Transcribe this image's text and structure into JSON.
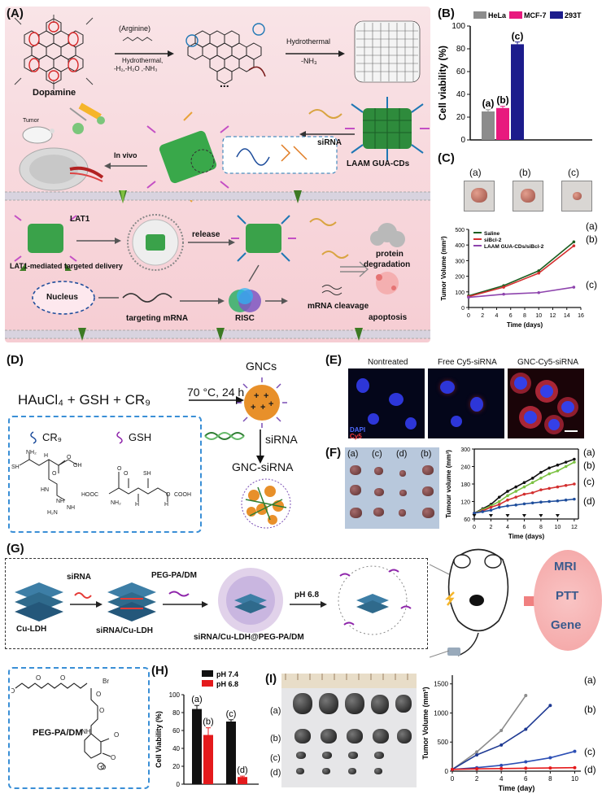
{
  "panels": {
    "A": "(A)",
    "B": "(B)",
    "C": "(C)",
    "D": "(D)",
    "E": "(E)",
    "F": "(F)",
    "G": "(G)",
    "H": "(H)",
    "I": "(I)"
  },
  "panelA": {
    "arginine": "(Arginine)",
    "hydro1_line1": "Hydrothermal,",
    "hydro1_line2": "-H₂,-H₂O ,-NH₃",
    "hydro2_line1": "Hydrothermal",
    "hydro2_line2": "-NH₃",
    "dopamine": "Dopamine",
    "ellipsis": "...",
    "sirna": "siRNA",
    "laam": "LAAM GUA-CDs",
    "tumor": "Tumor",
    "invivo": "In vivo",
    "lat1": "LAT1",
    "lat1_delivery": "LAT1-mediated targeted delivery",
    "release": "release",
    "protein_deg_1": "protein",
    "protein_deg_2": "degradation",
    "apoptosis": "apoptosis",
    "nucleus": "Nucleus",
    "targeting_mrna": "targeting mRNA",
    "risc": "RISC",
    "mrna_cleavage": "mRNA cleavage"
  },
  "panelC": {
    "photo_labels": [
      "(a)",
      "(b)",
      "(c)"
    ]
  },
  "panelD": {
    "reagents": "HAuCl₄  +  GSH  +  CR₉",
    "condition": "70 °C, 24 h",
    "gncs": "GNCs",
    "sirna": "siRNA",
    "gnc_sirna": "GNC-siRNA",
    "legend_cr9": "CR₉",
    "legend_gsh": "GSH"
  },
  "panelE": {
    "labels": [
      "Nontreated",
      "Free Cy5-siRNA",
      "GNC-Cy5-siRNA"
    ],
    "dapi": "DAPI",
    "cy5": "Cy5"
  },
  "panelF": {
    "photo_labels": [
      "(a)",
      "(c)",
      "(d)",
      "(b)"
    ]
  },
  "panelG": {
    "sirna": "siRNA",
    "pegpadm": "PEG-PA/DM",
    "ph": "pH 6.8",
    "culdh": "Cu-LDH",
    "sirna_culdh": "siRNA/Cu-LDH",
    "sirna_culdh_peg": "siRNA/Cu-LDH@PEG-PA/DM",
    "mri": "MRI",
    "ptt": "PTT",
    "gene": "Gene",
    "struct_label": "PEG-PA/DM"
  },
  "panelI": {
    "row_labels": [
      "(a)",
      "(b)",
      "(c)",
      "(d)"
    ]
  },
  "chart_data": [
    {
      "panel": "B",
      "type": "bar",
      "categories": [
        "HeLa",
        "MCF-7",
        "293T"
      ],
      "values": [
        25,
        28,
        84
      ],
      "errors": [
        1.5,
        1.5,
        2
      ],
      "bar_labels": [
        "(a)",
        "(b)",
        "(c)"
      ],
      "colors": [
        "#8c8c8c",
        "#e8197e",
        "#1c1c8c"
      ],
      "ylabel": "Cell viability (%)",
      "ylim": [
        0,
        100
      ],
      "yticks": [
        "0",
        "20",
        "40",
        "60",
        "80",
        "100"
      ],
      "legend": [
        "HeLa",
        "MCF-7",
        "293T"
      ]
    },
    {
      "panel": "C",
      "type": "line",
      "x": [
        0,
        5,
        10,
        15
      ],
      "series": [
        {
          "name": "Saline",
          "values": [
            75,
            140,
            235,
            420
          ],
          "color": "#1b5e20",
          "label": "(a)"
        },
        {
          "name": "siBcl-2",
          "values": [
            70,
            130,
            220,
            395
          ],
          "color": "#d32f2f",
          "label": "(b)"
        },
        {
          "name": "LAAM GUA-CDs/siBcl-2",
          "values": [
            65,
            85,
            95,
            130
          ],
          "color": "#8e44ad",
          "label": "(c)"
        }
      ],
      "xlabel": "Time (days)",
      "ylabel": "Tumor Volume (mm³)",
      "xticks": [
        "0",
        "2",
        "4",
        "6",
        "8",
        "10",
        "12",
        "14",
        "16"
      ],
      "yticks": [
        "0",
        "100",
        "200",
        "300",
        "400",
        "500"
      ],
      "xlim": [
        0,
        16
      ],
      "ylim": [
        0,
        500
      ]
    },
    {
      "panel": "F",
      "type": "line",
      "x": [
        0,
        1,
        2,
        3,
        4,
        5,
        6,
        7,
        8,
        9,
        10,
        11,
        12
      ],
      "series": [
        {
          "name": "(a)",
          "values": [
            80,
            95,
            110,
            135,
            155,
            170,
            185,
            200,
            220,
            235,
            245,
            255,
            265
          ],
          "color": "#111111",
          "label": "(a)"
        },
        {
          "name": "(b)",
          "values": [
            80,
            92,
            105,
            120,
            140,
            155,
            170,
            185,
            200,
            215,
            225,
            240,
            255
          ],
          "color": "#7cc243",
          "label": "(b)"
        },
        {
          "name": "(c)",
          "values": [
            80,
            88,
            100,
            110,
            125,
            135,
            145,
            150,
            160,
            165,
            170,
            175,
            180
          ],
          "color": "#d32f2f",
          "label": "(c)"
        },
        {
          "name": "(d)",
          "values": [
            80,
            85,
            90,
            100,
            105,
            108,
            112,
            115,
            118,
            120,
            122,
            125,
            128
          ],
          "color": "#1f4e9c",
          "label": "(d)"
        }
      ],
      "xlabel": "Time  (days)",
      "ylabel": "Tumour volume (mm³)",
      "xticks": [
        "0",
        "2",
        "4",
        "6",
        "8",
        "10",
        "12"
      ],
      "yticks": [
        "60",
        "120",
        "180",
        "240",
        "300"
      ],
      "xlim": [
        0,
        12.5
      ],
      "ylim": [
        60,
        300
      ]
    },
    {
      "panel": "H",
      "type": "bar",
      "categories": [
        "(a)/(b)",
        "(c)/(d)"
      ],
      "series": [
        {
          "name": "pH 7.4",
          "values": [
            84,
            70
          ],
          "color": "#111111"
        },
        {
          "name": "pH 6.8",
          "values": [
            55,
            8
          ],
          "color": "#e41a1c"
        }
      ],
      "errors": [
        [
          4,
          2
        ],
        [
          8,
          1
        ]
      ],
      "bar_labels": [
        "(a)",
        "(b)",
        "(c)",
        "(d)"
      ],
      "ylabel": "Cell Viability (%)",
      "ylim": [
        0,
        100
      ],
      "yticks": [
        "0",
        "20",
        "40",
        "60",
        "80",
        "100"
      ],
      "legend": [
        "pH 7.4",
        "pH 6.8"
      ]
    },
    {
      "panel": "I",
      "type": "line",
      "x": [
        0,
        2,
        4,
        6,
        8,
        10
      ],
      "series": [
        {
          "name": "(a)",
          "values": [
            30,
            330,
            700,
            1300,
            null,
            null
          ],
          "color": "#8c8c8c",
          "label": "(a)"
        },
        {
          "name": "(b)",
          "values": [
            30,
            280,
            450,
            720,
            1130,
            null
          ],
          "color": "#1f3a93",
          "label": "(b)"
        },
        {
          "name": "(c)",
          "values": [
            30,
            60,
            100,
            160,
            230,
            340
          ],
          "color": "#2c4fb5",
          "label": "(c)"
        },
        {
          "name": "(d)",
          "values": [
            30,
            40,
            45,
            50,
            55,
            60
          ],
          "color": "#e41a1c",
          "label": "(d)"
        }
      ],
      "xlabel": "Time (day)",
      "ylabel": "Tumor Volume (mm³)",
      "xticks": [
        "0",
        "2",
        "4",
        "6",
        "8",
        "10"
      ],
      "yticks": [
        "0",
        "500",
        "1000",
        "1500"
      ],
      "xlim": [
        0,
        10.5
      ],
      "ylim": [
        0,
        1650
      ]
    }
  ]
}
